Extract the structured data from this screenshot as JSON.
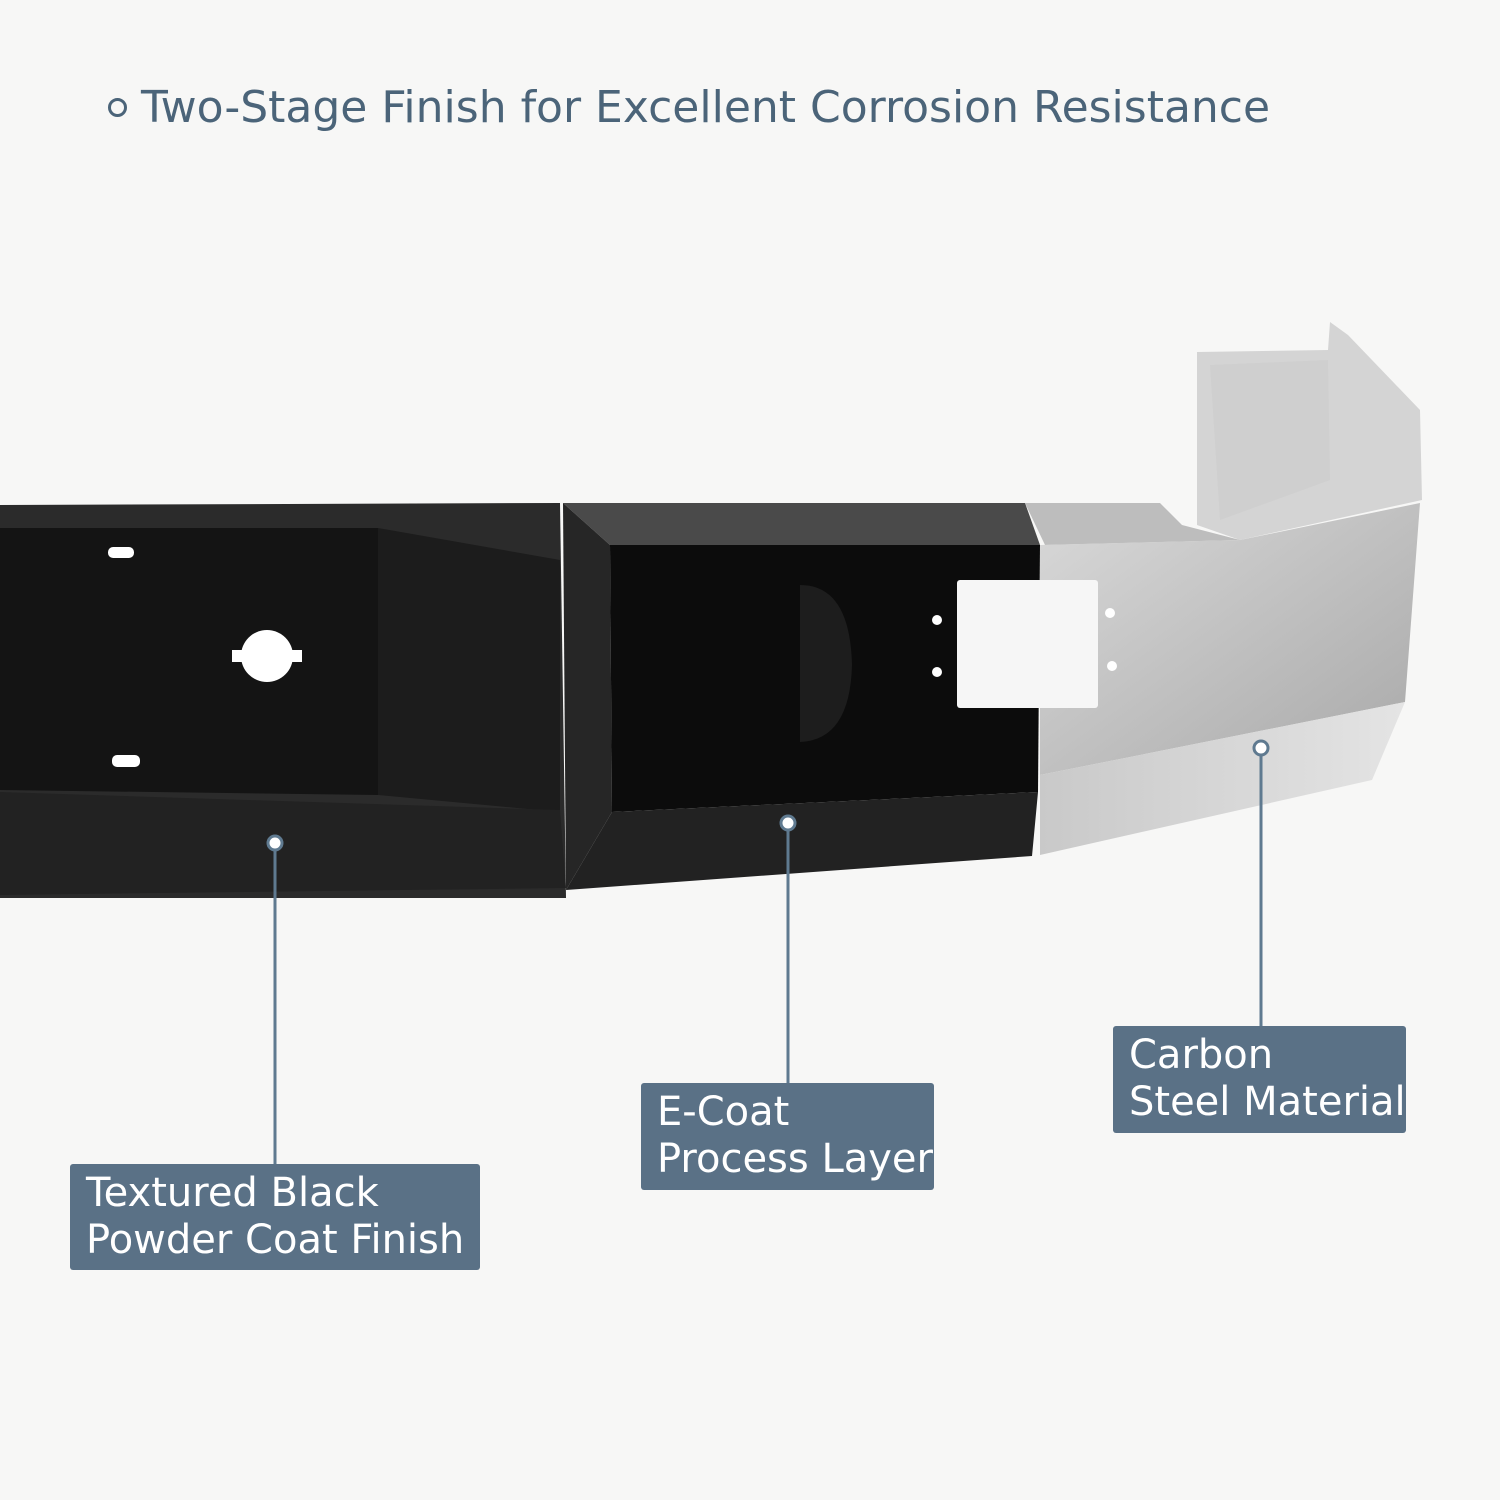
{
  "title": "Two-Stage Finish for Excellent Corrosion Resistance",
  "callouts": [
    {
      "line1": "Textured Black",
      "line2": "Powder Coat Finish"
    },
    {
      "line1": "E-Coat",
      "line2": "Process Layer"
    },
    {
      "line1": "Carbon",
      "line2": "Steel Material"
    }
  ],
  "colors": {
    "accent": "#5a7186",
    "title": "#4b6479",
    "background": "#f7f7f6"
  }
}
